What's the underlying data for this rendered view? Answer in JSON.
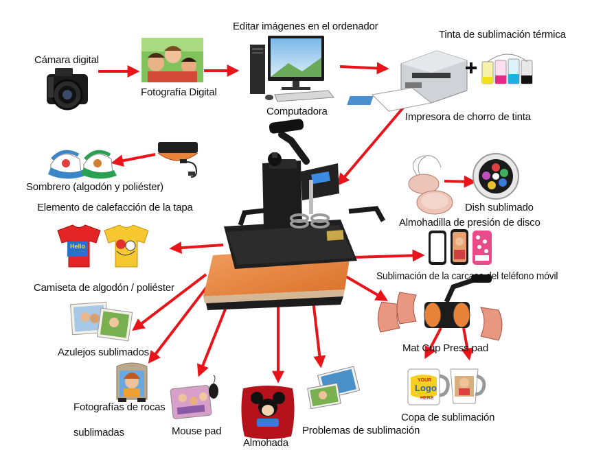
{
  "labels": {
    "camera": "Cámara digital",
    "digital_photo": "Fotografía Digital",
    "edit_images": "Editar imágenes en el ordenador",
    "computer": "Computadora",
    "ink": "Tinta de sublimación térmica",
    "printer": "Impresora de chorro de tinta",
    "hat": "Sombrero (algodón y poliéster)",
    "heating_element": "Elemento de calefacción de la tapa",
    "dish": "Dish sublimado",
    "disc_pad": "Almohadilla de presión de disco",
    "tshirt": "Camiseta de algodón / poliéster",
    "phone_case": "Sublimación de la carcasa del teléfono móvil",
    "tiles": "Azulejos sublimados",
    "mug_pad": "Mat Cup Press pad",
    "rocks_line1": "Fotografías de rocas",
    "rocks_line2": "sublimadas",
    "mousepad": "Mouse pad",
    "pillow": "Almohada",
    "puzzles": "Problemas de sublimación",
    "cup": "Copa de sublimación"
  },
  "product_text": {
    "shirt_print": "Hello",
    "mug_your": "YOUR",
    "mug_logo": "Logo",
    "mug_here": "HERE"
  },
  "colors": {
    "arrow": "#e8141a",
    "heat_plate": "#e8833a",
    "machine": "#1c1c1c"
  }
}
